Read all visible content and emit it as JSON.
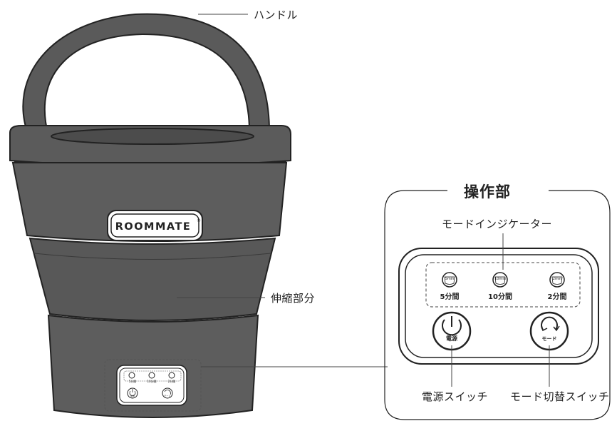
{
  "labels": {
    "handle": "ハンドル",
    "collapsible": "伸縮部分",
    "control_panel_title": "操作部",
    "mode_indicator": "モードインジケーター",
    "power_switch": "電源スイッチ",
    "mode_switch": "モード切替スイッチ"
  },
  "brand": {
    "name": "ROOMMATE",
    "mark": "®"
  },
  "panel": {
    "modes": [
      {
        "icon_text": "5min",
        "label": "5分間"
      },
      {
        "icon_text": "10min",
        "label": "10分間"
      },
      {
        "icon_text": "2min",
        "label": "2分間"
      }
    ],
    "power_label": "電源",
    "mode_label": "モード"
  },
  "colors": {
    "body_fill": "#5d5d5d",
    "body_dark": "#4a4a4a",
    "panel_fill": "#ffffff",
    "stroke": "#222222"
  }
}
